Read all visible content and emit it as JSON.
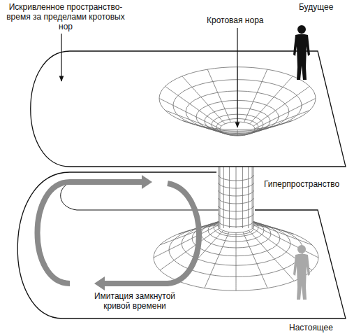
{
  "diagram": {
    "labels": [
      "Искривленное пространство-время за пределами кротовых нор",
      "Будущее",
      "Кротовая нора",
      "Гиперпространство",
      "Имитация замкнутой кривой времени",
      "Настоящее"
    ]
  }
}
